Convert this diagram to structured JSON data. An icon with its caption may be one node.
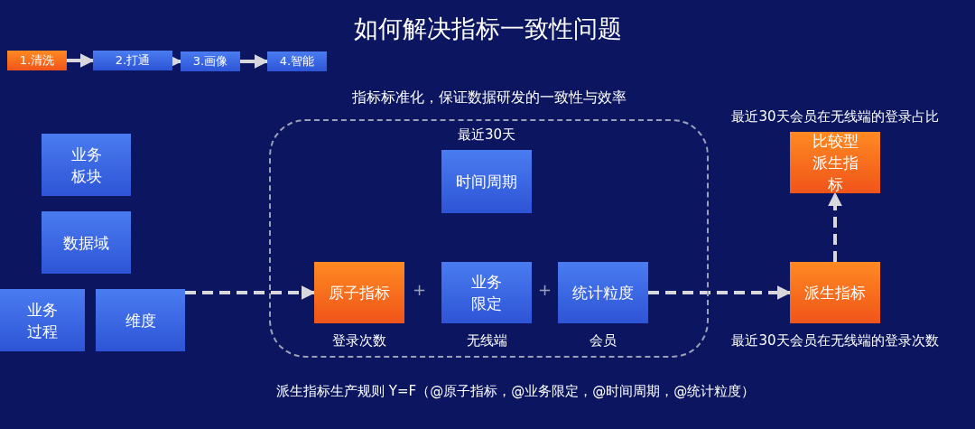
{
  "diagram": {
    "title": "如何解决指标一致性问题",
    "nodes": [
      {
        "text": [
          "1.清洗"
        ]
      },
      {
        "text": [
          "2.打通"
        ]
      },
      {
        "text": [
          "3.画像"
        ]
      },
      {
        "text": [
          "4.智能"
        ]
      },
      {
        "text": [
          "业务板块"
        ]
      },
      {
        "text": [
          "数据域"
        ]
      },
      {
        "text": [
          "业务过程"
        ]
      },
      {
        "text": [
          "维度"
        ]
      },
      {
        "text": [
          "指标标准化，保证数据研发的一致性与效率"
        ]
      },
      {
        "text": [
          "时间周期"
        ],
        "in": 8,
        "beside": [
          "最近30天"
        ]
      },
      {
        "text": [
          "原子指标"
        ],
        "in": 8,
        "beside": [
          "登录次数"
        ]
      },
      {
        "text": [
          "业务限定"
        ],
        "in": 8,
        "beside": [
          "无线端"
        ]
      },
      {
        "text": [
          "统计粒度"
        ],
        "in": 8,
        "beside": [
          "会员"
        ]
      },
      {
        "text": [
          "派生指标"
        ],
        "beside": [
          "最近30天会员在无线端的登录次数"
        ]
      },
      {
        "text": [
          "比较型派生指标"
        ],
        "beside": [
          "最近30天会员在无线端的登录占比"
        ]
      }
    ],
    "edges": [
      {
        "from": 0,
        "to": 1,
        "arrow": "to"
      },
      {
        "from": 1,
        "to": 2,
        "arrow": "to"
      },
      {
        "from": 2,
        "to": 3,
        "arrow": "to"
      },
      {
        "from": 7,
        "to": 10,
        "arrow": "to",
        "style": "dashed"
      },
      {
        "from": 12,
        "to": 13,
        "arrow": "to",
        "style": "dashed"
      },
      {
        "from": 13,
        "to": 14,
        "arrow": "to",
        "style": "dashed"
      }
    ],
    "labels": [
      "+",
      "+",
      "派生指标生产规则 Y=F（@原子指标，@业务限定，@时间周期，@统计粒度）"
    ]
  }
}
